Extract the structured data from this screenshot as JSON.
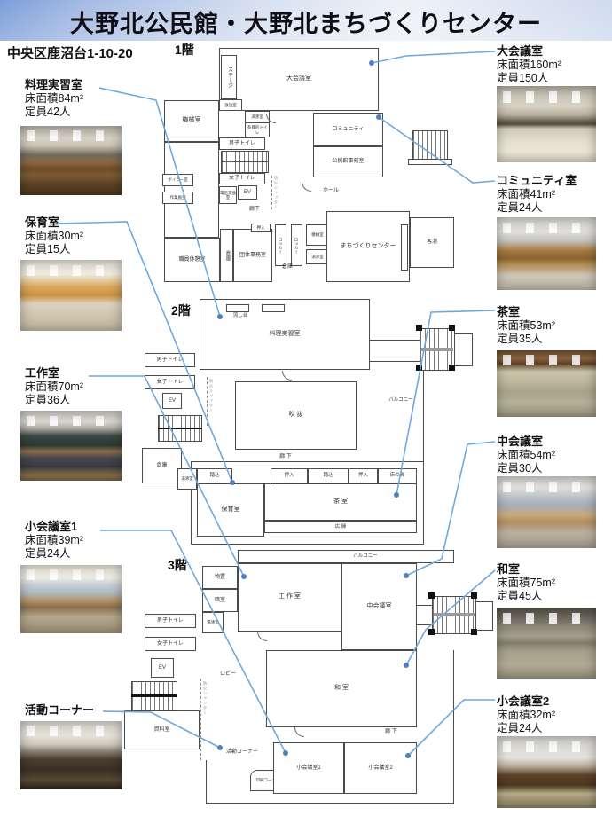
{
  "header": {
    "title": "大野北公民館・大野北まちづくりセンター"
  },
  "address": "中央区鹿沼台1-10-20",
  "accent_color": "#6fa8dc",
  "floors": [
    {
      "name": "1階",
      "rooms": {
        "stage": "ステージ",
        "broadcast": "放送室",
        "large_meeting": "大会議室",
        "machine": "機械室",
        "boiler": "ボイラー室",
        "worker": "作業員室",
        "yuwakashi": "湯沸室",
        "multipurpose_toilet": "多目的トイレ",
        "mens_toilet": "男子トイレ",
        "womens_toilet": "女子トイレ",
        "elevator": "EV",
        "telephone": "電話交換室",
        "corridor": "廊下",
        "community": "コミュニティ",
        "office": "公民館事務室",
        "hall": "ホール",
        "fire_shutter": "防火シャッター",
        "staff_rest": "職員休憩室",
        "storage_a": "倉庫",
        "group_office": "団体事務室",
        "oshiire": "押入",
        "locker": "ロッカー",
        "machine_small": "機械室",
        "yuwakashi_small": "湯沸室",
        "storage_b": "倉庫",
        "machizukuri": "まちづくりセンター",
        "kyakudamari": "客溜"
      }
    },
    {
      "name": "2階",
      "rooms": {
        "sink": "流し台",
        "cooking": "料理実習室",
        "mens_toilet": "男子トイレ",
        "womens_toilet": "女子トイレ",
        "elevator": "EV",
        "storage": "倉庫",
        "atrium": "吹 抜",
        "corridor": "廊 下",
        "yuwakashi": "湯沸室",
        "fumikomi": "踏込",
        "nursery": "保育室",
        "oshiire": "押入",
        "tokonoma": "床の間",
        "tea": "茶 室",
        "hiroen": "広 縁",
        "balcony": "バルコニー",
        "fire_shutter": "防火シャッター"
      }
    },
    {
      "name": "3階",
      "rooms": {
        "balcony": "バルコニー",
        "storage": "物置",
        "darkroom": "暗室",
        "craft": "工 作 室",
        "medium_meeting": "中会議室",
        "mens_toilet": "男子トイレ",
        "yuwakashi": "湯沸室",
        "womens_toilet": "女子トイレ",
        "elevator": "EV",
        "lobby": "ロビー",
        "washitsu": "和 室",
        "archive": "資料室",
        "activity": "活動コーナー",
        "small_meeting1": "小会議室1",
        "small_meeting2": "小会議室2",
        "print": "印刷コーナー",
        "corridor": "廊 下",
        "fire_shutter": "防火シャッター"
      }
    }
  ],
  "annotations": {
    "left": [
      {
        "name": "料理実習室",
        "area": "床面積84m²",
        "capacity": "定員42人"
      },
      {
        "name": "保育室",
        "area": "床面積30m²",
        "capacity": "定員15人"
      },
      {
        "name": "工作室",
        "area": "床面積70m²",
        "capacity": "定員36人"
      },
      {
        "name": "小会議室1",
        "area": "床面積39m²",
        "capacity": "定員24人"
      },
      {
        "name": "活動コーナー",
        "area": "",
        "capacity": ""
      }
    ],
    "right": [
      {
        "name": "大会議室",
        "area": "床面積160m²",
        "capacity": "定員150人"
      },
      {
        "name": "コミュニティ室",
        "area": "床面積41m²",
        "capacity": "定員24人"
      },
      {
        "name": "茶室",
        "area": "床面積53m²",
        "capacity": "定員35人"
      },
      {
        "name": "中会議室",
        "area": "床面積54m²",
        "capacity": "定員30人"
      },
      {
        "name": "和室",
        "area": "床面積75m²",
        "capacity": "定員45人"
      },
      {
        "name": "小会議室2",
        "area": "床面積32m²",
        "capacity": "定員24人"
      }
    ]
  }
}
